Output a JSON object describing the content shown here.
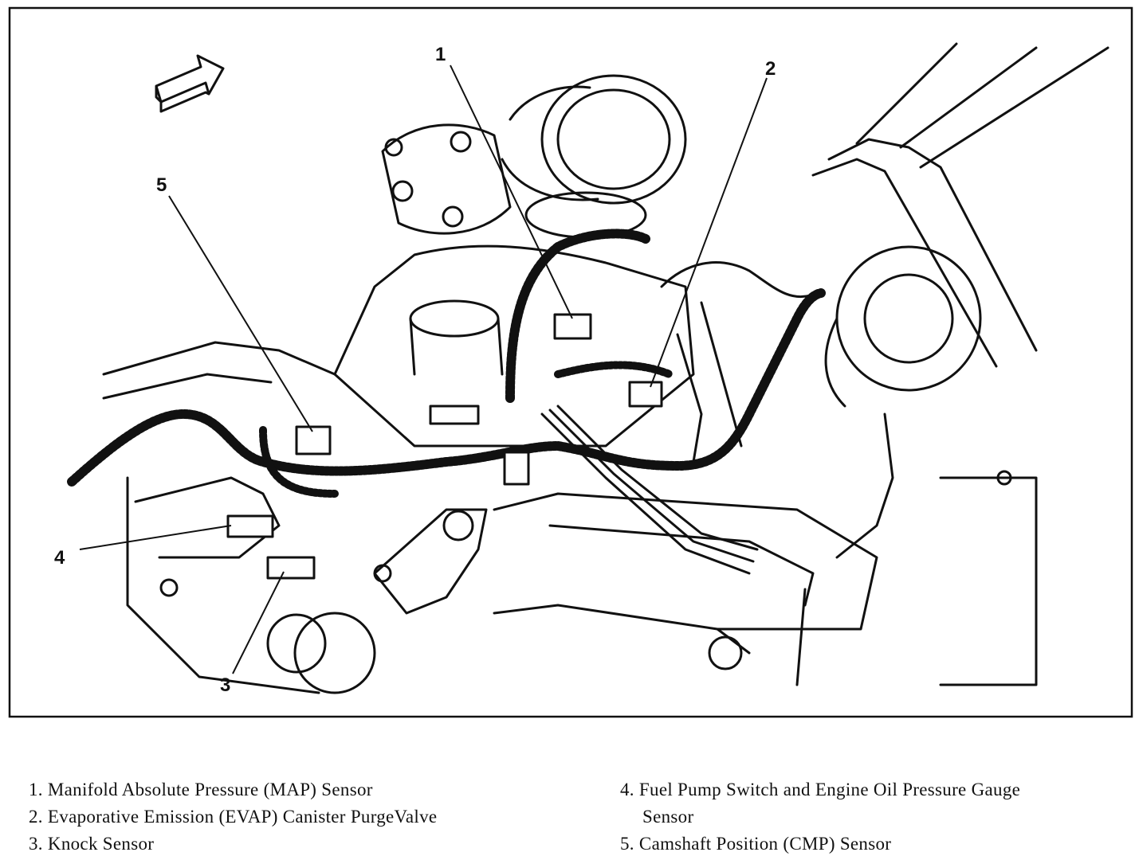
{
  "callouts": [
    {
      "label": "1"
    },
    {
      "label": "2"
    },
    {
      "label": "3"
    },
    {
      "label": "4"
    },
    {
      "label": "5"
    }
  ],
  "legend": [
    {
      "number": "1.",
      "text": "Manifold Absolute Pressure (MAP) Sensor"
    },
    {
      "number": "2.",
      "text": "Evaporative Emission (EVAP) Canister PurgeValve"
    },
    {
      "number": "3.",
      "text": "Knock Sensor"
    },
    {
      "number": "4.",
      "text": "Fuel Pump Switch and Engine Oil Pressure Gauge",
      "continuation": "Sensor"
    },
    {
      "number": "5.",
      "text": "Camshaft Position (CMP) Sensor"
    }
  ],
  "icons": [
    "direction-arrow-icon"
  ]
}
